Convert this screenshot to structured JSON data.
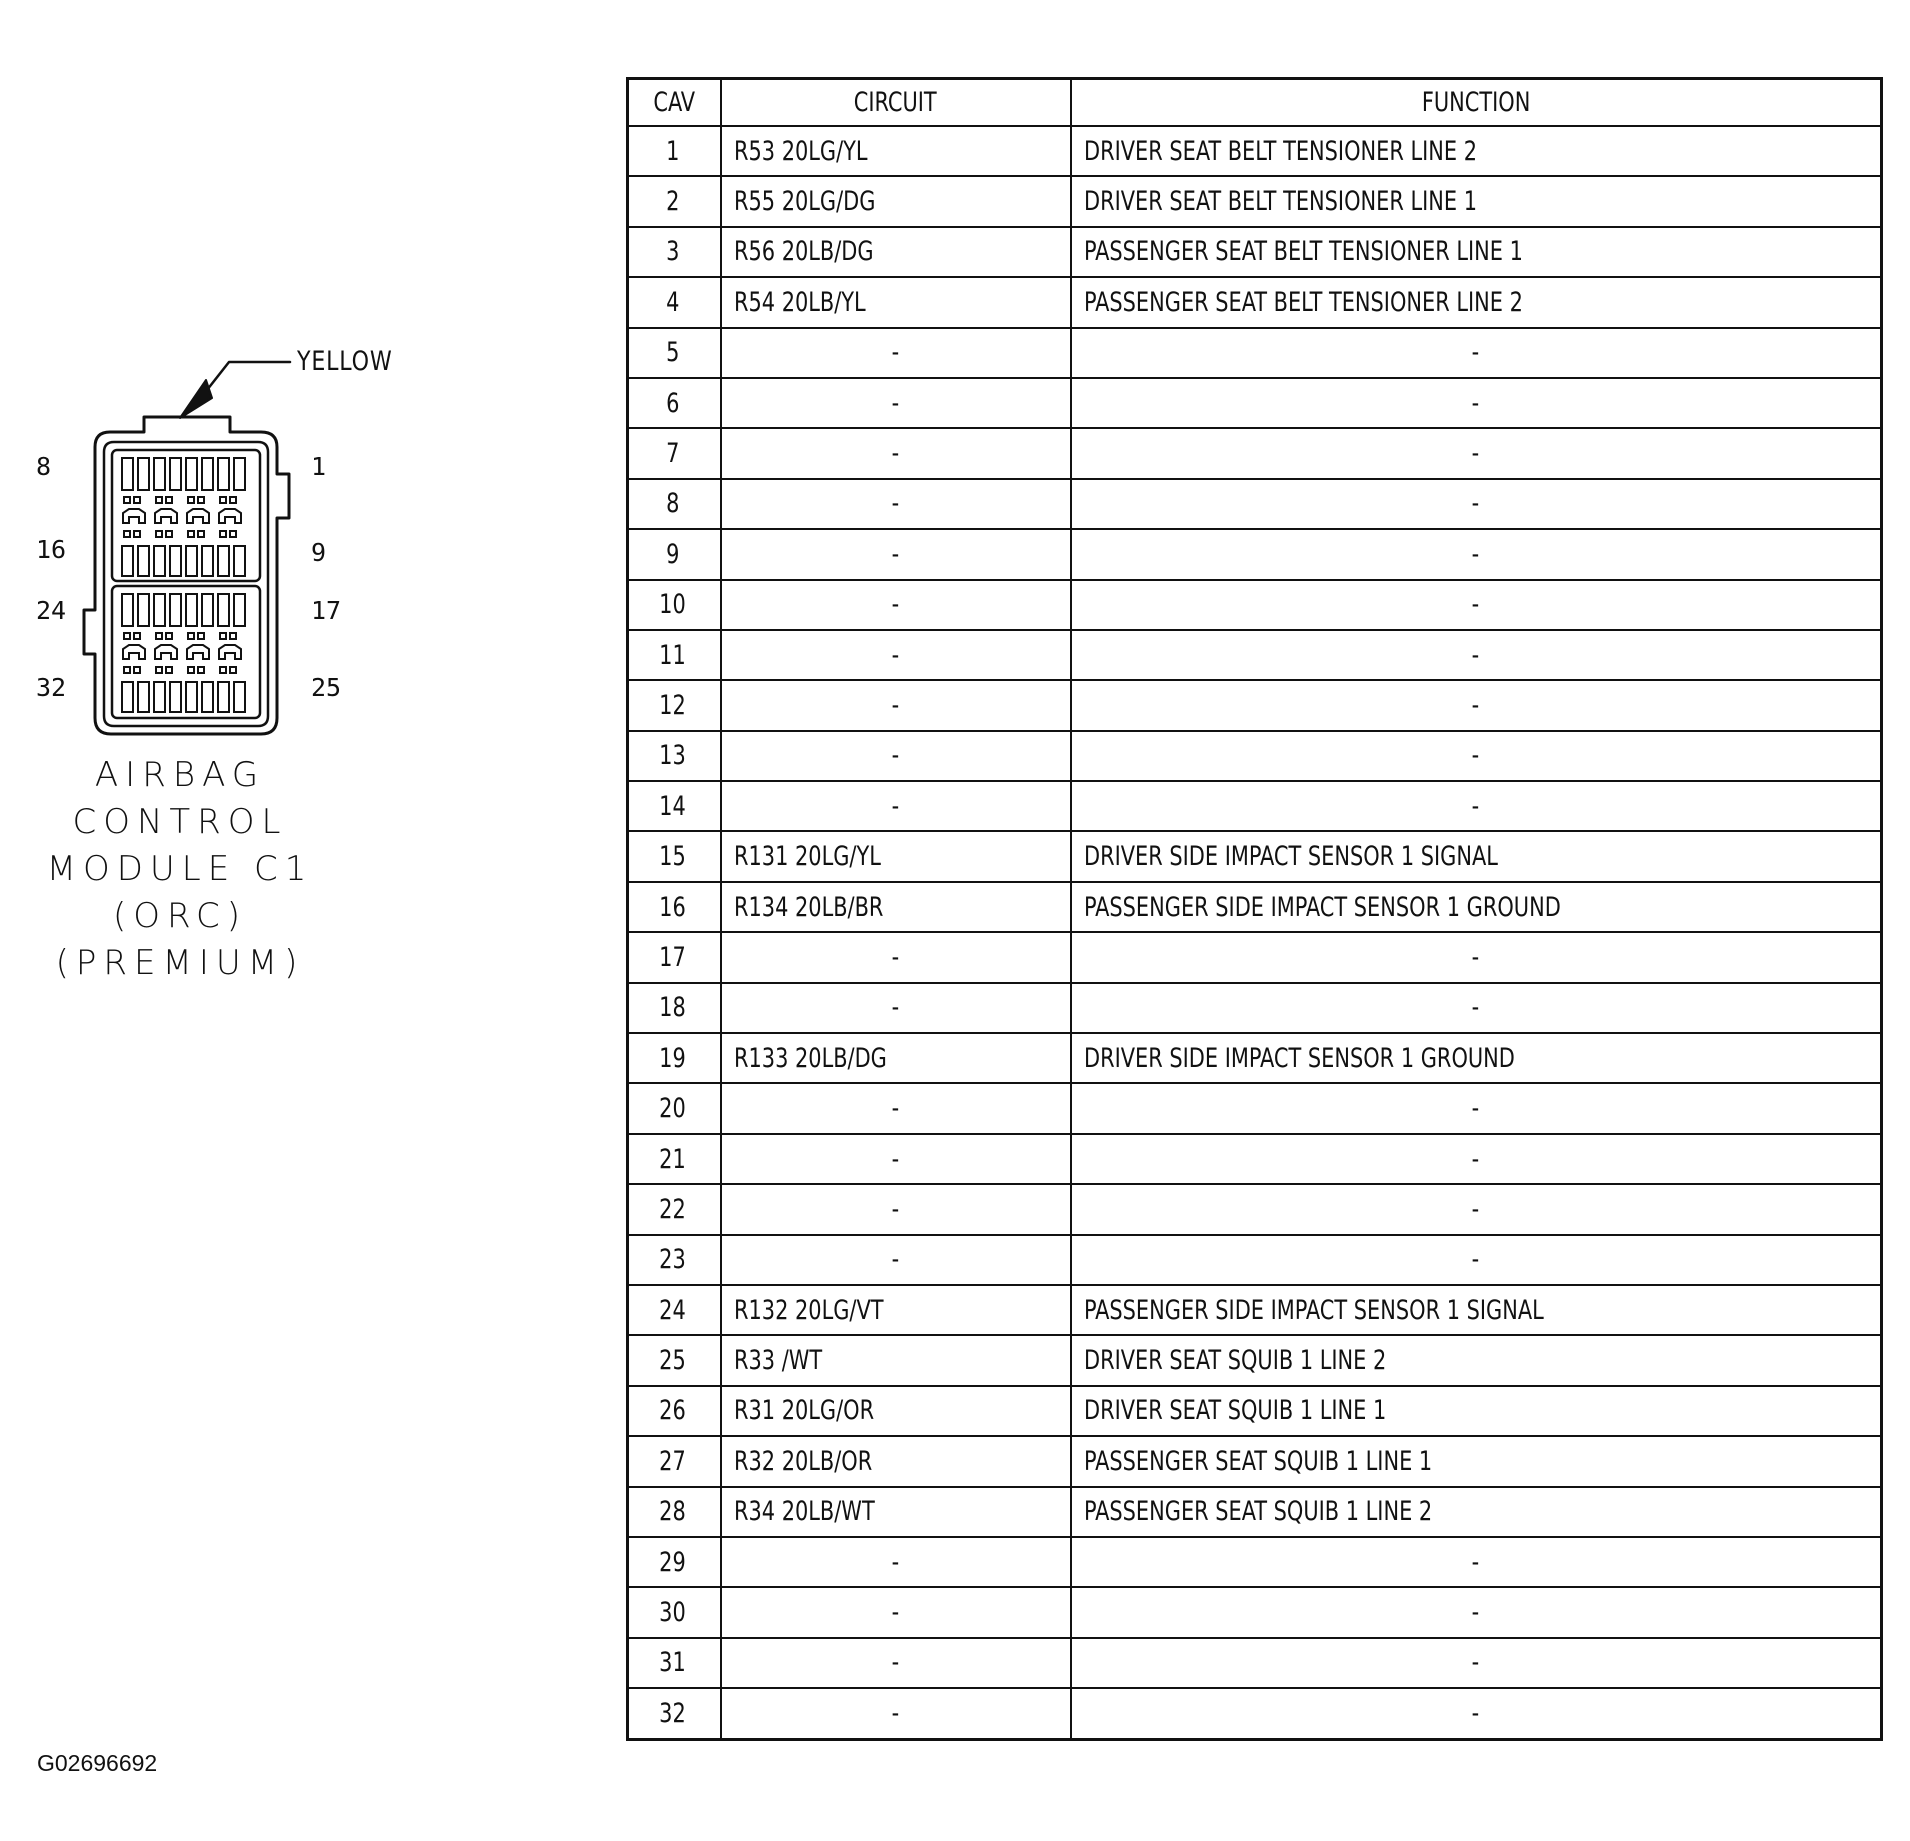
{
  "connector": {
    "color_callout": "YELLOW",
    "pin_labels": {
      "top_left": "8",
      "top_right": "1",
      "row2_left": "16",
      "row2_right": "9",
      "row3_left": "24",
      "row3_right": "17",
      "bottom_left": "32",
      "bottom_right": "25"
    },
    "caption_lines": [
      "AIRBAG",
      "CONTROL",
      "MODULE C1",
      "(ORC)",
      "(PREMIUM)"
    ]
  },
  "table": {
    "headers": {
      "cav": "CAV",
      "circuit": "CIRCUIT",
      "function": "FUNCTION"
    },
    "rows": [
      {
        "cav": "1",
        "circuit": "R53 20LG/YL",
        "function": "DRIVER SEAT BELT TENSIONER LINE 2"
      },
      {
        "cav": "2",
        "circuit": "R55 20LG/DG",
        "function": "DRIVER SEAT BELT TENSIONER LINE 1"
      },
      {
        "cav": "3",
        "circuit": "R56 20LB/DG",
        "function": "PASSENGER SEAT BELT TENSIONER LINE 1"
      },
      {
        "cav": "4",
        "circuit": "R54 20LB/YL",
        "function": "PASSENGER SEAT BELT TENSIONER LINE 2"
      },
      {
        "cav": "5",
        "circuit": "-",
        "function": "-"
      },
      {
        "cav": "6",
        "circuit": "-",
        "function": "-"
      },
      {
        "cav": "7",
        "circuit": "-",
        "function": "-"
      },
      {
        "cav": "8",
        "circuit": "-",
        "function": "-"
      },
      {
        "cav": "9",
        "circuit": "-",
        "function": "-"
      },
      {
        "cav": "10",
        "circuit": "-",
        "function": "-"
      },
      {
        "cav": "11",
        "circuit": "-",
        "function": "-"
      },
      {
        "cav": "12",
        "circuit": "-",
        "function": "-"
      },
      {
        "cav": "13",
        "circuit": "-",
        "function": "-"
      },
      {
        "cav": "14",
        "circuit": "-",
        "function": "-"
      },
      {
        "cav": "15",
        "circuit": "R131 20LG/YL",
        "function": "DRIVER SIDE IMPACT SENSOR 1 SIGNAL"
      },
      {
        "cav": "16",
        "circuit": "R134 20LB/BR",
        "function": "PASSENGER SIDE IMPACT SENSOR 1 GROUND"
      },
      {
        "cav": "17",
        "circuit": "-",
        "function": "-"
      },
      {
        "cav": "18",
        "circuit": "-",
        "function": "-"
      },
      {
        "cav": "19",
        "circuit": "R133 20LB/DG",
        "function": "DRIVER SIDE IMPACT SENSOR 1 GROUND"
      },
      {
        "cav": "20",
        "circuit": "-",
        "function": "-"
      },
      {
        "cav": "21",
        "circuit": "-",
        "function": "-"
      },
      {
        "cav": "22",
        "circuit": "-",
        "function": "-"
      },
      {
        "cav": "23",
        "circuit": "-",
        "function": "-"
      },
      {
        "cav": "24",
        "circuit": "R132 20LG/VT",
        "function": "PASSENGER SIDE IMPACT SENSOR 1 SIGNAL"
      },
      {
        "cav": "25",
        "circuit": "R33 /WT",
        "function": "DRIVER SEAT SQUIB 1 LINE 2"
      },
      {
        "cav": "26",
        "circuit": "R31 20LG/OR",
        "function": "DRIVER SEAT SQUIB 1 LINE 1"
      },
      {
        "cav": "27",
        "circuit": "R32 20LB/OR",
        "function": "PASSENGER SEAT SQUIB 1 LINE 1"
      },
      {
        "cav": "28",
        "circuit": "R34 20LB/WT",
        "function": "PASSENGER SEAT SQUIB 1 LINE 2"
      },
      {
        "cav": "29",
        "circuit": "-",
        "function": "-"
      },
      {
        "cav": "30",
        "circuit": "-",
        "function": "-"
      },
      {
        "cav": "31",
        "circuit": "-",
        "function": "-"
      },
      {
        "cav": "32",
        "circuit": "-",
        "function": "-"
      }
    ]
  },
  "figure_id": "G02696692"
}
